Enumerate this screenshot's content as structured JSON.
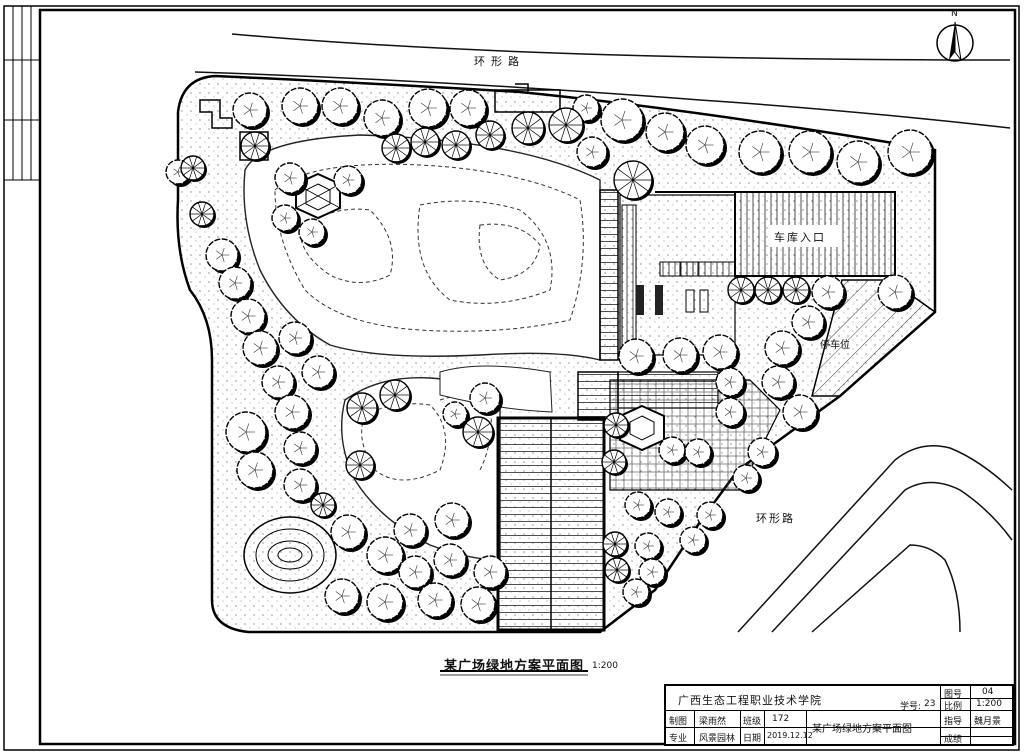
{
  "drawing": {
    "north_label": "N",
    "road_label_top": "环形路",
    "road_label_bottom": "环形路",
    "garage_label": "车库入口",
    "parking_label": "停车位",
    "plan_title": "某广场绿地方案平面图",
    "plan_scale": "1:200"
  },
  "title_block": {
    "school": "广西生态工程职业技术学院",
    "student_no_label": "学号:",
    "student_no": "23",
    "sheet_no_label": "图号",
    "sheet_no": "04",
    "scale_label": "比例",
    "scale": "1:200",
    "drawn_by_label": "制图",
    "drawn_by": "梁雨然",
    "class_label": "班级",
    "class": "172",
    "major_label": "专业",
    "major": "风景园林",
    "date_label": "日期",
    "date": "2019.12.12",
    "drawing_name": "某广场绿地方案平面图",
    "advisor_label": "指导",
    "advisor": "魏月景",
    "grade_label": "成绩",
    "grade": ""
  }
}
